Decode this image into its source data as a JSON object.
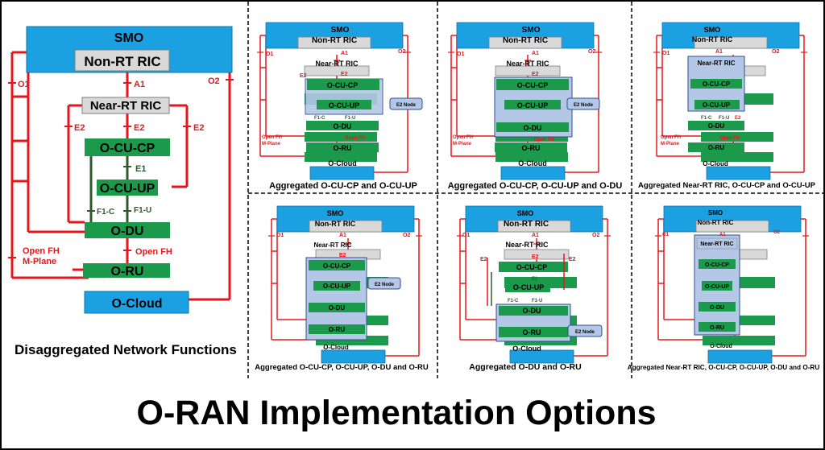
{
  "labels": {
    "smo": "SMO",
    "non_rt_ric": "Non-RT RIC",
    "near_rt_ric": "Near-RT RIC",
    "o_cu_cp": "O-CU-CP",
    "o_cu_up": "O-CU-UP",
    "o_du": "O-DU",
    "o_ru": "O-RU",
    "o_cloud": "O-Cloud",
    "e2_node": "E2 Node"
  },
  "interfaces": {
    "o1": "O1",
    "a1": "A1",
    "o2": "O2",
    "e2": "E2",
    "e1": "E1",
    "f1c": "F1-C",
    "f1u": "F1-U",
    "open_fh": "Open FH",
    "m_plane": "M-Plane"
  },
  "captions": {
    "main": "Disaggregated Network Functions",
    "opt_a": "Aggregated O-CU-CP and O-CU-UP",
    "opt_b": "Aggregated O-CU-CP, O-CU-UP and O-DU",
    "opt_c": "Aggregated Near-RT RIC, O-CU-CP and O-CU-UP",
    "opt_d": "Aggregated O-CU-CP, O-CU-UP, O-DU and O-RU",
    "opt_e": "Aggregated O-DU and O-RU",
    "opt_f": "Aggregated Near-RT RIC, O-CU-CP, O-CU-UP, O-DU and O-RU"
  },
  "title": "O-RAN Implementation Options",
  "colors": {
    "smo": "#1ba1e2",
    "ric": "#d9d9d9",
    "func": "#1a9a4a",
    "func_dark": "#127a38",
    "link": "#e8161b",
    "f1": "#2f5a2f",
    "group": "#b4c7e7",
    "group_border": "#2f4f8f"
  }
}
